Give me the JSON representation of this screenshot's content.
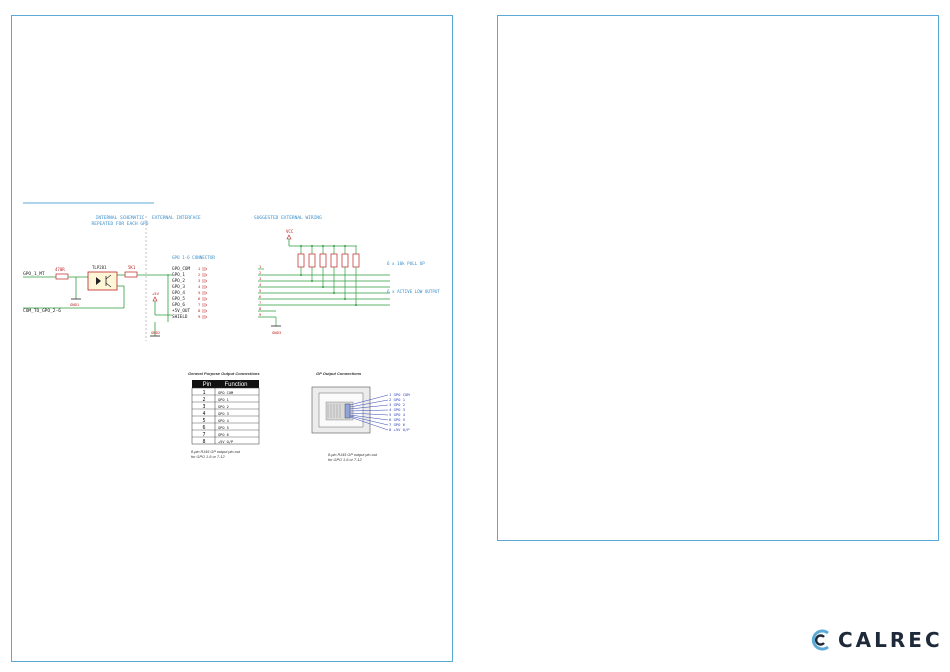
{
  "brand": {
    "name": "CALREC",
    "primary_color": "#1e2a3a",
    "accent_color": "#5ba9d6"
  },
  "schematic": {
    "internal_heading_1": "INTERNAL SCHEMATIC",
    "internal_heading_2": "REPEATED FOR EACH GPO",
    "external_interface": "EXTERNAL INTERFACE",
    "suggested_wiring": "SUGGESTED EXTERNAL WIRING",
    "gpo_in_label": "GPO_1_MT",
    "com_label": "COM_TO_GPO_2-6",
    "resistor_in": "470R",
    "optocoupler": "TLP281",
    "resistor_out": "5K1",
    "connector_title": "GPO 1-6 CONNECTOR",
    "connector_pins": [
      "GPO_COM",
      "GPO_1",
      "GPO_2",
      "GPO_3",
      "GPO_4",
      "GPO_5",
      "GPO_6",
      "+5V_OUT",
      "SHIELD"
    ],
    "connector_numbers": [
      "1",
      "2",
      "3",
      "4",
      "5",
      "6",
      "7",
      "8",
      "9"
    ],
    "plus5v": "+5V",
    "gnd_left": "GND1",
    "gnd_mid": "GND2",
    "gnd_right": "GND3",
    "vcc": "VCC",
    "ext_numbers": [
      "1",
      "2",
      "3",
      "4",
      "5",
      "6",
      "7",
      "8",
      "9"
    ],
    "pull_up_note": "6 x 10k PULL UP",
    "active_low_note": "6 x ACTIVE LOW OUTPUT"
  },
  "pin_table": {
    "title": "General Purpose Output Connections",
    "headers": [
      "Pin",
      "Function"
    ],
    "rows": [
      [
        "1",
        "GPO COM"
      ],
      [
        "2",
        "GPO 1"
      ],
      [
        "3",
        "GPO 2"
      ],
      [
        "4",
        "GPO 3"
      ],
      [
        "5",
        "GPO 4"
      ],
      [
        "6",
        "GPO 5"
      ],
      [
        "7",
        "GPO 6"
      ],
      [
        "8",
        "+5V O/P"
      ]
    ],
    "caption_1": "8-pin RJ45 GP output pin-out",
    "caption_2": "for GPO 1-6 or 7-12"
  },
  "rj45": {
    "title": "GP Output Connections",
    "pins": [
      "1 GPO COM",
      "2 GPO 1",
      "3 GPO 2",
      "4 GPO 3",
      "5 GPO 4",
      "6 GPO 5",
      "7 GPO 6",
      "8 +5V O/P"
    ],
    "caption_1": "8-pin RJ45 GP output pin-out",
    "caption_2": "for GPO 1-6 or 7-12"
  }
}
